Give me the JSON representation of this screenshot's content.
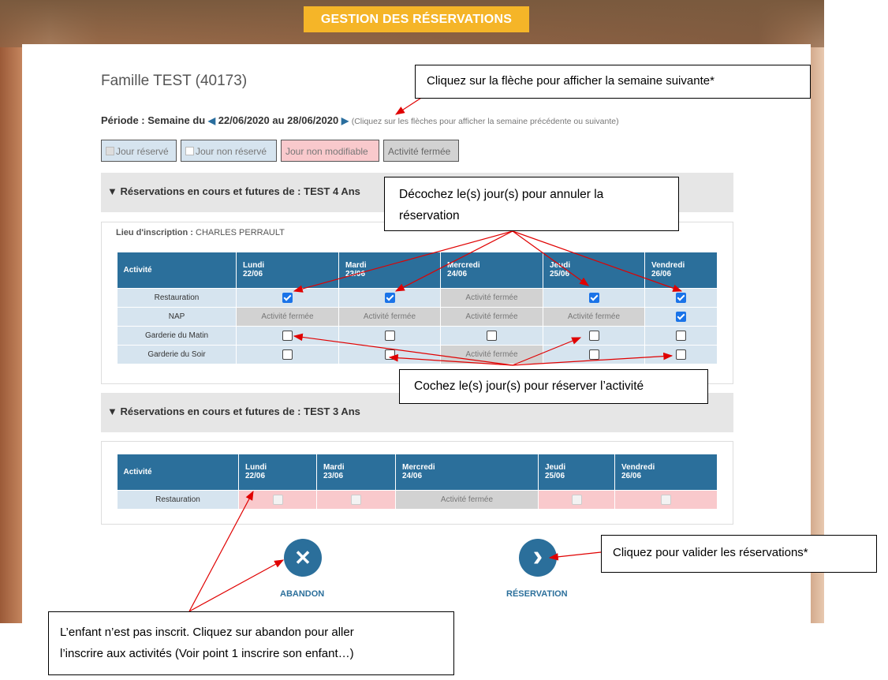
{
  "header": {
    "title": "GESTION DES RÉSERVATIONS"
  },
  "famille": "Famille TEST (40173)",
  "periode": {
    "label": "Période : Semaine du",
    "prev_arrow": "◀",
    "range": "22/06/2020 au 28/06/2020",
    "next_arrow": "▶",
    "note": "(Cliquez sur les flèches pour afficher la semaine précédente ou suivante)"
  },
  "legend": {
    "reserve": "Jour réservé",
    "non_reserve": "Jour non réservé",
    "non_modifiable": "Jour non modifiable",
    "fermee": "Activité fermée"
  },
  "section1": {
    "title": "Réservations en cours et futures de : TEST 4 Ans",
    "toggle": "▼",
    "lieu_label": "Lieu d'inscription :",
    "lieu_value": "CHARLES PERRAULT",
    "columns": [
      "Activité",
      "Lundi",
      "Mardi",
      "Mercredi",
      "Jeudi",
      "Vendredi"
    ],
    "dates": [
      "",
      "22/06",
      "23/06",
      "24/06",
      "25/06",
      "26/06"
    ],
    "rows": [
      {
        "label": "Restauration",
        "cells": [
          "checked",
          "checked",
          "closed",
          "checked",
          "checked"
        ]
      },
      {
        "label": "NAP",
        "cells": [
          "closed",
          "closed",
          "closed",
          "closed",
          "checked"
        ]
      },
      {
        "label": "Garderie du Matin",
        "cells": [
          "empty",
          "empty",
          "empty",
          "empty",
          "empty"
        ]
      },
      {
        "label": "Garderie du Soir",
        "cells": [
          "empty",
          "empty",
          "closed",
          "empty",
          "empty"
        ]
      }
    ],
    "closed_text": "Activité fermée"
  },
  "section2": {
    "title": "Réservations en cours et futures de : TEST 3 Ans",
    "toggle": "▼",
    "columns": [
      "Activité",
      "Lundi",
      "Mardi",
      "Mercredi",
      "Jeudi",
      "Vendredi"
    ],
    "dates": [
      "",
      "22/06",
      "23/06",
      "24/06",
      "25/06",
      "26/06"
    ],
    "rows": [
      {
        "label": "Restauration",
        "cells": [
          "pink",
          "pink",
          "closed",
          "pink",
          "pink"
        ]
      }
    ],
    "closed_text": "Activité fermée"
  },
  "actions": {
    "abandon_label": "ABANDON",
    "abandon_icon": "✕",
    "reservation_label": "RÉSERVATION",
    "reservation_icon": "›"
  },
  "callouts": {
    "fleche": "Cliquez sur la flèche pour afficher la semaine suivante*",
    "decochez_line1": "Décochez le(s) jour(s) pour annuler la",
    "decochez_line2": "réservation",
    "cochez": "Cochez le(s) jour(s) pour réserver l’activité",
    "valider": "Cliquez pour valider les réservations*",
    "enfant_line1": "L’enfant n’est pas inscrit. Cliquez sur abandon pour aller",
    "enfant_line2": "l’inscrire aux activités (Voir point 1 inscrire son enfant…)"
  }
}
